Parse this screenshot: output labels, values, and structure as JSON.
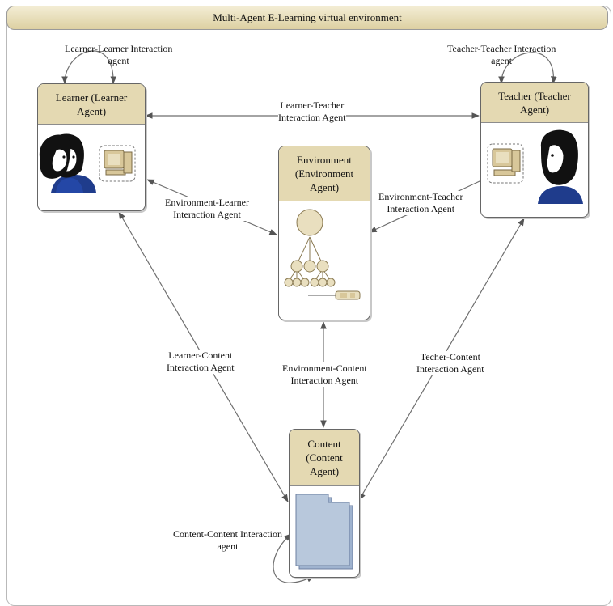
{
  "title": "Multi-Agent E-Learning virtual environment",
  "agents": {
    "learner": [
      "Learner (Learner",
      "Agent)"
    ],
    "teacher": [
      "Teacher (Teacher",
      "Agent)"
    ],
    "environment": [
      "Environment",
      "(Environment",
      "Agent)"
    ],
    "content": [
      "Content",
      "(Content",
      "Agent)"
    ]
  },
  "interactions": {
    "learner_learner": [
      "Learner-Learner Interaction",
      "agent"
    ],
    "teacher_teacher": [
      "Teacher-Teacher Interaction",
      "agent"
    ],
    "learner_teacher": [
      "Learner-Teacher",
      "Interaction Agent"
    ],
    "environment_learner": [
      "Environment-Learner",
      "Interaction  Agent"
    ],
    "environment_teacher": [
      "Environment-Teacher",
      "Interaction  Agent"
    ],
    "learner_content": [
      "Learner-Content",
      "Interaction Agent"
    ],
    "environment_content": [
      "Environment-Content",
      "Interaction Agent"
    ],
    "teacher_content": [
      "Techer-Content",
      "Interaction Agent"
    ],
    "content_content": [
      "Content-Content Interaction",
      "agent"
    ]
  },
  "colors": {
    "header": "#e4d9b2",
    "accent": "#d8c79a",
    "document": "#b8c8dc",
    "line": "#6e6e6e"
  },
  "icons": [
    "person-icon",
    "computer-icon",
    "hierarchy-icon",
    "stylus-icon",
    "document-icon"
  ]
}
